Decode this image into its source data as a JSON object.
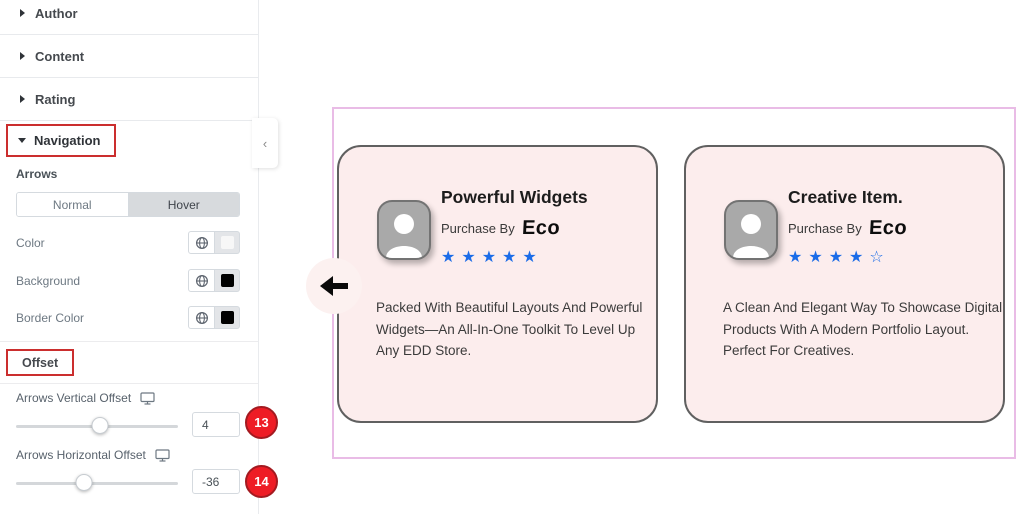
{
  "panel": {
    "accordion_sections": [
      {
        "label": "Author"
      },
      {
        "label": "Content"
      },
      {
        "label": "Rating"
      }
    ],
    "navigation_section": {
      "label": "Navigation",
      "arrows_label": "Arrows",
      "state_tabs": [
        {
          "label": "Normal",
          "active": false
        },
        {
          "label": "Hover",
          "active": true
        }
      ],
      "color_controls": [
        {
          "label": "Color",
          "swatch": "#f7f7f7"
        },
        {
          "label": "Background",
          "swatch": "#000000"
        },
        {
          "label": "Border Color",
          "swatch": "#000000"
        }
      ]
    },
    "offset_section": {
      "label": "Offset",
      "controls": [
        {
          "label": "Arrows Vertical Offset",
          "value": "4",
          "badge": "13",
          "slider_percent": 52
        },
        {
          "label": "Arrows Horizontal Offset",
          "value": "-36",
          "badge": "14",
          "slider_percent": 42
        }
      ]
    },
    "collapse_chevron": "‹"
  },
  "preview": {
    "cards": [
      {
        "title": "Powerful Widgets",
        "purchase_prefix": "Purchase By",
        "brand": "Eco",
        "stars": "★★★★★",
        "rating_filled": 5,
        "rating_total": 5,
        "description": "Packed With Beautiful Layouts And Powerful Widgets—An All-In-One Toolkit To Level Up Any EDD Store."
      },
      {
        "title": "Creative Item.",
        "purchase_prefix": "Purchase By",
        "brand": "Eco",
        "stars": "★★★★☆",
        "rating_filled": 4,
        "rating_total": 5,
        "description": "A Clean And Elegant Way To Showcase Digital Products With A Modern Portfolio Layout. Perfect For Creatives."
      }
    ]
  },
  "colors": {
    "annotation_red": "#cb2e2e",
    "badge_red": "#ee1c25",
    "star_blue": "#1b6ce8",
    "card_background": "#fceded",
    "card_border": "#606060",
    "section_outline_pink": "#e9bce6"
  }
}
